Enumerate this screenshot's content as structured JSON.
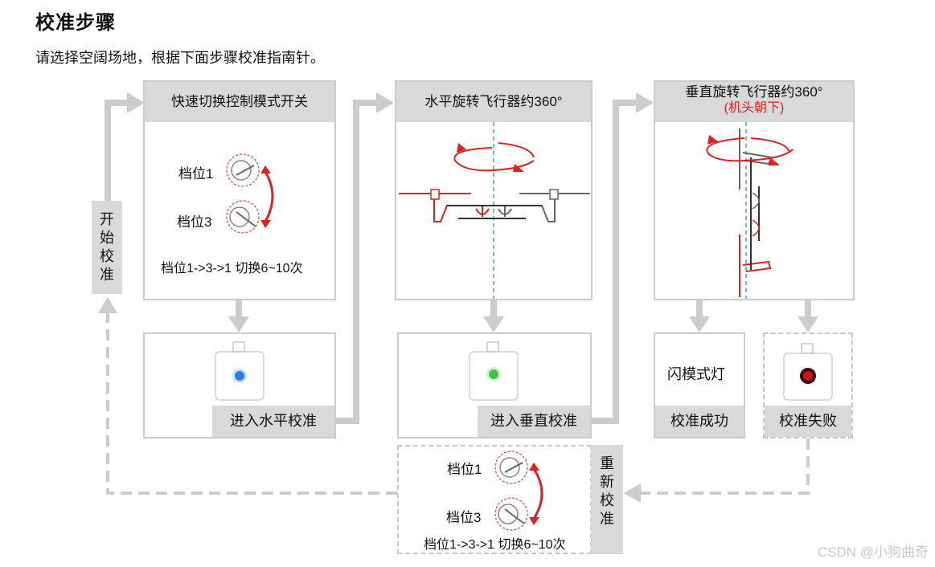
{
  "page": {
    "title": "校准步骤",
    "subtitle": "请选择空阔场地，根据下面步骤校准指南针。"
  },
  "start_label": "开始校准",
  "step1": {
    "header": "快速切换控制模式开关",
    "pos1": "档位1",
    "pos3": "档位3",
    "instruction": "档位1->3->1  切换6~10次",
    "led_color": "#2a7de1",
    "result_label": "进入水平校准"
  },
  "step2": {
    "header": "水平旋转飞行器约360°",
    "led_color": "#3ec43e",
    "result_label": "进入垂直校准"
  },
  "step3": {
    "header": "垂直旋转飞行器约360°",
    "header_note": "(机头朝下)",
    "success_text": "闪模式灯",
    "success_label": "校准成功",
    "led_color": "#c81818",
    "fail_label": "校准失败"
  },
  "recalibrate": {
    "label": "重新校准",
    "pos1": "档位1",
    "pos3": "档位3",
    "instruction": "档位1->3->1  切换6~10次"
  },
  "colors": {
    "accent_red": "#e02020",
    "arrow_gray": "#cccccc",
    "header_gray": "#d9d9d9"
  },
  "watermark": "CSDN @小狗曲奇"
}
